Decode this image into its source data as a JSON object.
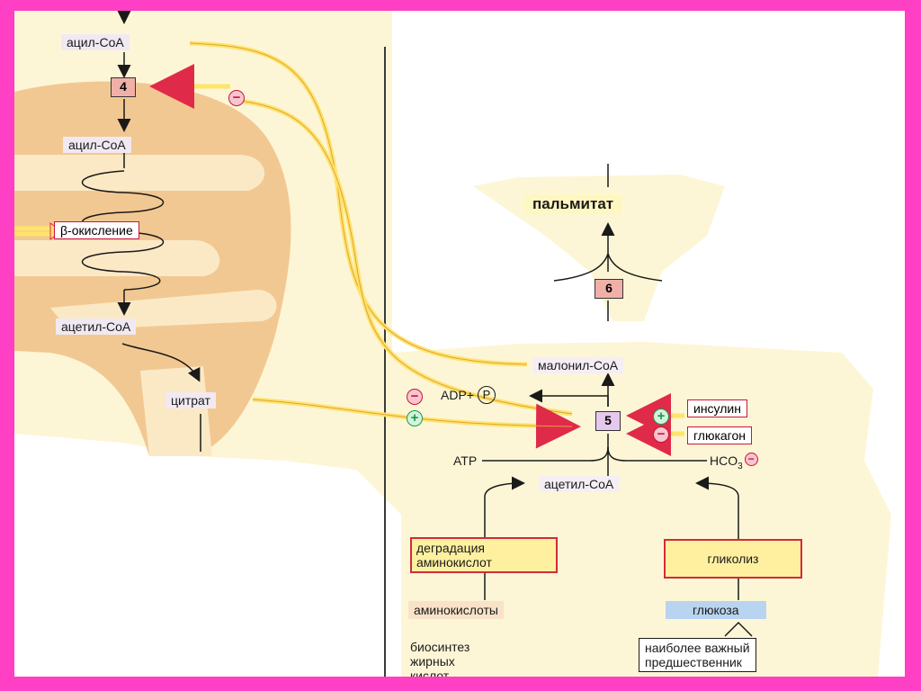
{
  "labels": {
    "acyl_coa_top": "ацил-CoA",
    "acyl_coa_mid": "ацил-CoA",
    "beta_oxidation": "β-окисление",
    "acetyl_coa_mito": "ацетил-CoA",
    "citrate": "цитрат",
    "palmitate": "пальмитат",
    "malonyl_coa": "малонил-CoA",
    "adp": "ADP+",
    "p": "P",
    "atp": "ATP",
    "hco3": "HCO",
    "hco3_sub": "3",
    "acetyl_coa_cyto": "ацетил-CoA",
    "insulin": "инсулин",
    "glucagon": "глюкагон",
    "aa_degradation_l1": "деградация",
    "aa_degradation_l2": "аминокислот",
    "glycolysis": "гликолиз",
    "amino_acids": "аминокислоты",
    "glucose": "глюкоза",
    "precursor_l1": "наиболее важный",
    "precursor_l2": "предшественник",
    "fa_biosynthesis_l1": "биосинтез",
    "fa_biosynthesis_l2": "жирных",
    "fa_biosynthesis_l3": "кислот"
  },
  "enzyme_numbers": {
    "e4": "4",
    "e5": "5",
    "e6": "6"
  },
  "signs": {
    "minus": "−",
    "plus": "+"
  },
  "colors": {
    "frame": "#ff3fc4",
    "mitochondria": "#f2c892",
    "cytoplasm": "#fdf6d6",
    "highlight": "#ffe46a"
  }
}
